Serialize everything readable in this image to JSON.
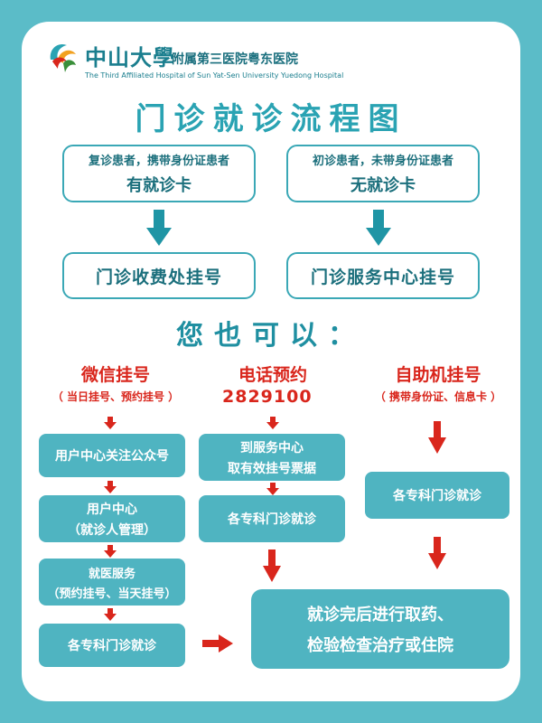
{
  "header": {
    "university": "中山大學",
    "hospital": "附属第三医院粤东医院",
    "hospital_en": "The Third Affiliated Hospital of Sun Yat-Sen University  Yuedong Hospital"
  },
  "title": "门诊就诊流程图",
  "flows": {
    "left_top": {
      "line1": "复诊患者，携带身份证患者",
      "line2": "有就诊卡"
    },
    "right_top": {
      "line1": "初诊患者，未带身份证患者",
      "line2": "无就诊卡"
    },
    "left_reg": "门诊收费处挂号",
    "right_reg": "门诊服务中心挂号"
  },
  "also_title": "您也可以：",
  "wechat": {
    "label": "微信挂号",
    "sub": "（ 当日挂号、预约挂号 ）",
    "steps": [
      {
        "line1": "用户中心关注公众号",
        "line2": ""
      },
      {
        "line1": "用户中心",
        "line2": "（就诊人管理）"
      },
      {
        "line1": "就医服务",
        "line2": "（预约挂号、当天挂号）"
      },
      {
        "line1": "各专科门诊就诊",
        "line2": ""
      }
    ]
  },
  "phone": {
    "label": "电话预约",
    "number": "2829100",
    "steps": [
      {
        "line1": "到服务中心",
        "line2": "取有效挂号票据"
      },
      {
        "line1": "各专科门诊就诊",
        "line2": ""
      }
    ]
  },
  "kiosk": {
    "label": "自助机挂号",
    "sub": "（ 携带身份证、信息卡 ）",
    "step": "各专科门诊就诊"
  },
  "final": {
    "line1": "就诊完后进行取药、",
    "line2": "检验检查治疗或住院"
  },
  "colors": {
    "teal": "#4fb4c1",
    "teal_dark": "#1b6f7c",
    "red": "#d9261c",
    "bg": "#5bbcc8"
  }
}
